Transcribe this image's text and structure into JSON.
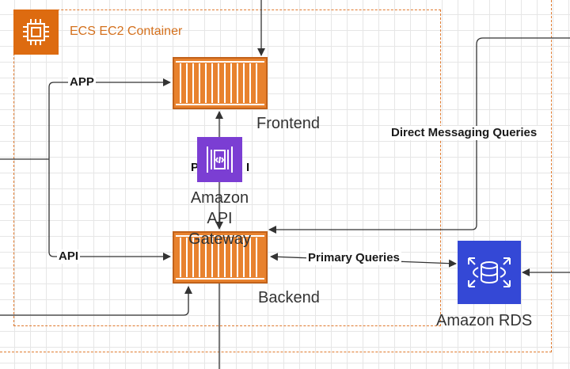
{
  "group": {
    "title": "ECS EC2 Container",
    "icon": "ec2-chip-icon",
    "border_color": "#e07a2e",
    "badge_color": "#dd6b10"
  },
  "nodes": {
    "frontend": {
      "label": "Frontend",
      "icon": "ecs-container-icon",
      "color": "#e8822e"
    },
    "backend": {
      "label": "Backend",
      "icon": "ecs-container-icon",
      "color": "#e8822e"
    },
    "api_gateway": {
      "label_lines": [
        "Amazon",
        "API",
        "Gateway"
      ],
      "partial_text": "P",
      "partial_text_right": "I",
      "icon": "api-gateway-icon",
      "color": "#7b3ed3"
    },
    "rds": {
      "label": "Amazon RDS",
      "icon": "rds-database-icon",
      "color": "#3448d6"
    }
  },
  "edges": {
    "app": "APP",
    "api": "API",
    "primary_queries": "Primary Queries",
    "direct_messaging": "Direct Messaging Queries"
  }
}
